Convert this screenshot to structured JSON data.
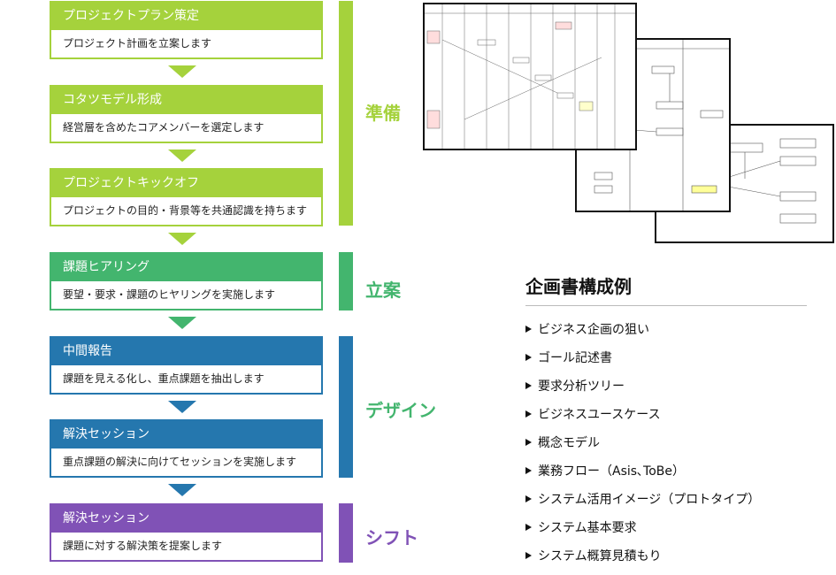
{
  "colors": {
    "prep": "#a5d23c",
    "plan": "#43b56e",
    "design": "#2577ae",
    "shift": "#8052b6"
  },
  "steps": [
    {
      "title": "プロジェクトプラン策定",
      "desc": "プロジェクト計画を立案します"
    },
    {
      "title": "コタツモデル形成",
      "desc": "経営層を含めたコアメンバーを選定します"
    },
    {
      "title": "プロジェクトキックオフ",
      "desc": "プロジェクトの目的・背景等を共通認識を持ちます"
    },
    {
      "title": "課題ヒアリング",
      "desc": "要望・要求・課題のヒヤリングを実施します"
    },
    {
      "title": "中間報告",
      "desc": "課題を見える化し、重点課題を抽出します"
    },
    {
      "title": "解決セッション",
      "desc": "重点課題の解決に向けてセッションを実施します"
    },
    {
      "title": "解決セッション",
      "desc": "課題に対する解決策を提案します"
    }
  ],
  "phases": [
    "準備",
    "立案",
    "デザイン",
    "シフト"
  ],
  "outline": {
    "title": "企画書構成例",
    "items": [
      "ビジネス企画の狙い",
      "ゴール記述書",
      "要求分析ツリー",
      "ビジネスユースケース",
      "概念モデル",
      "業務フロー（Asis､ToBe）",
      "システム活用イメージ（プロトタイプ）",
      "システム基本要求",
      "システム概算見積もり"
    ]
  }
}
